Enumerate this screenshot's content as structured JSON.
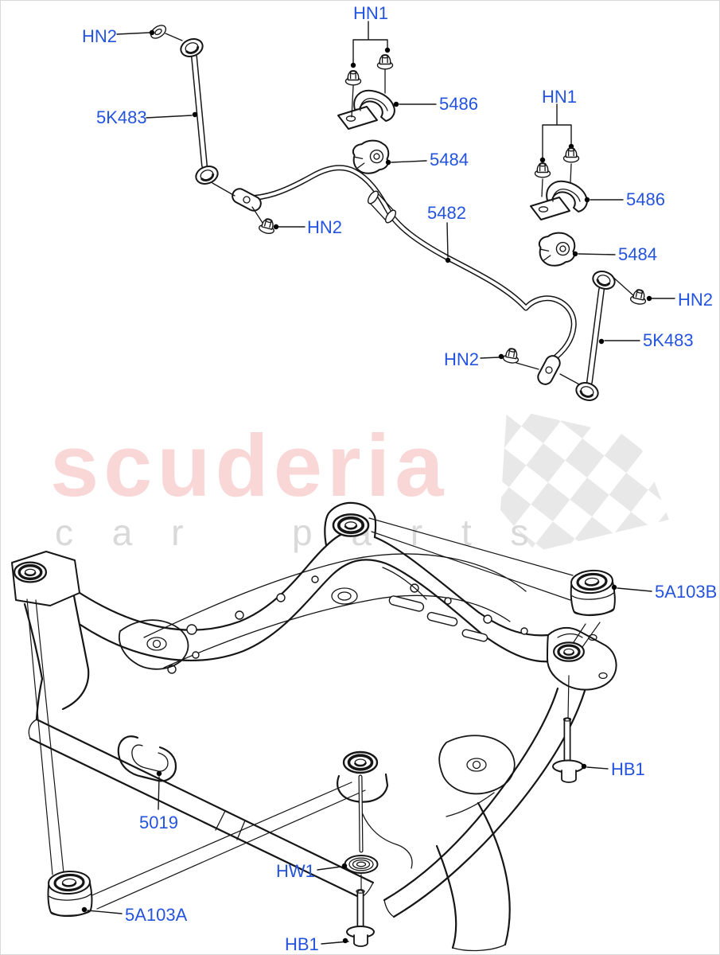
{
  "page": {
    "background": "#ffffff",
    "border_color": "#d9d9d9"
  },
  "watermark": {
    "brand": "scuderia",
    "tagline_left": "c a r",
    "tagline_right": "p a r t s",
    "brand_color": "#f9d7d7",
    "tagline_color": "#d9d9d9",
    "flag_color": "#e8e8e8"
  },
  "diagram": {
    "subject": "Front cross member and anti-roll bar exploded parts diagram",
    "label_color": "#2453dd",
    "line_color": "#161616",
    "labels": [
      {
        "id": "hn2-top-left",
        "text": "HN2"
      },
      {
        "id": "5k483-left",
        "text": "5K483"
      },
      {
        "id": "hn1-center",
        "text": "HN1"
      },
      {
        "id": "5486-left",
        "text": "5486"
      },
      {
        "id": "5484-left",
        "text": "5484"
      },
      {
        "id": "hn2-lower-left",
        "text": "HN2"
      },
      {
        "id": "5482-bar",
        "text": "5482"
      },
      {
        "id": "hn1-right",
        "text": "HN1"
      },
      {
        "id": "5486-right",
        "text": "5486"
      },
      {
        "id": "5484-right",
        "text": "5484"
      },
      {
        "id": "hn2-far-right",
        "text": "HN2"
      },
      {
        "id": "5k483-right",
        "text": "5K483"
      },
      {
        "id": "hn2-mid",
        "text": "HN2"
      },
      {
        "id": "5a103b",
        "text": "5A103B"
      },
      {
        "id": "hb1-right",
        "text": "HB1"
      },
      {
        "id": "5019-hook",
        "text": "5019"
      },
      {
        "id": "hw1-washer",
        "text": "HW1"
      },
      {
        "id": "5a103a",
        "text": "5A103A"
      },
      {
        "id": "hb1-bottom",
        "text": "HB1"
      }
    ]
  }
}
